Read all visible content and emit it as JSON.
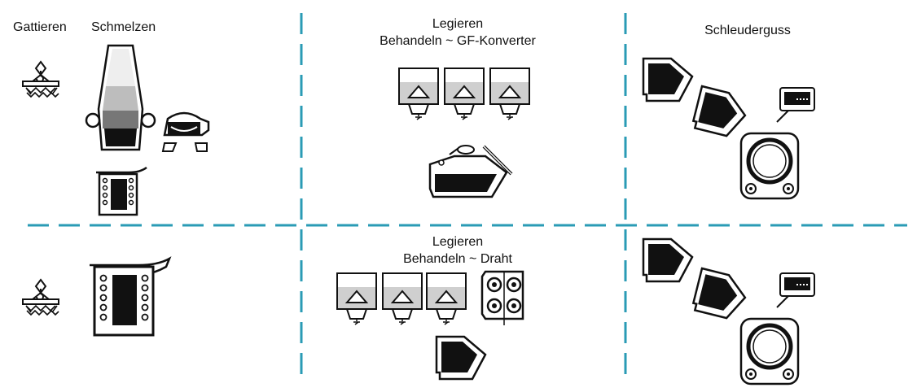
{
  "top_row": {
    "label_charging": "Gattieren",
    "label_melting": "Schmelzen",
    "label_alloying": "Legieren",
    "label_treatment_converter": "Behandeln ~ GF-Konverter",
    "label_casting": "Schleuderguss"
  },
  "bottom_row": {
    "label_alloying": "Legieren",
    "label_treatment_wire": "Behandeln ~ Draht"
  },
  "colors": {
    "divider": "#2a9bb5",
    "icon_stroke": "#111111",
    "icon_fill_dark": "#111111",
    "icon_fill_gray": "#c8c8c8"
  }
}
